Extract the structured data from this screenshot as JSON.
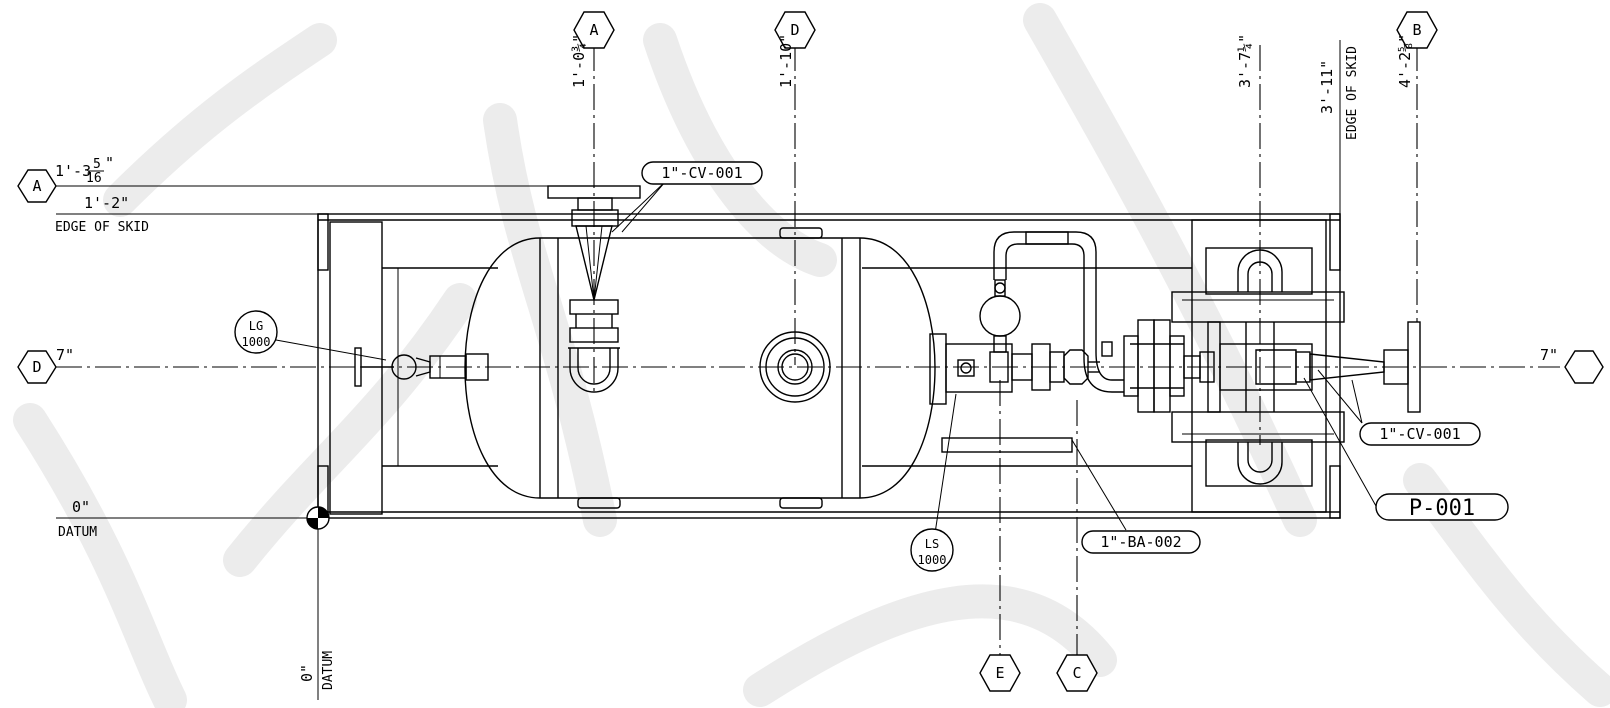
{
  "colors": {
    "line": "#000000",
    "background": "#ffffff",
    "watermark": "#ececec"
  },
  "gridlines": {
    "A_top": "A",
    "D_top": "D",
    "B_top": "B",
    "A_left": "A",
    "D_left": "D",
    "E_bottom": "E",
    "C_bottom": "C"
  },
  "dimensions": {
    "a_top": "1'-0¾\"",
    "d_top": "1'-10\"",
    "pump_axis": "3'-7¼\"",
    "edge_right_value": "3'-11\"",
    "edge_right_label": "EDGE OF SKID",
    "b_top": "4'-2⅝\"",
    "a_left_prefix": "1'-3",
    "a_left_num": "5",
    "a_left_den": "16",
    "a_left_suffix": "\"",
    "edge_left_value": "1'-2\"",
    "edge_left_label": "EDGE OF SKID",
    "d_left": "7\"",
    "d_right": "7\"",
    "datum_h_value": "0\"",
    "datum_h_label": "DATUM",
    "datum_v_value": "0\"",
    "datum_v_label": "DATUM"
  },
  "tags": {
    "cv_top": "1\"-CV-001",
    "cv_right": "1\"-CV-001",
    "ba": "1\"-BA-002",
    "pump": "P-001",
    "lg_line1": "LG",
    "lg_line2": "1000",
    "ls_line1": "LS",
    "ls_line2": "1000"
  },
  "icons": [
    "hexagon-grid-marker",
    "datum-symbol",
    "valve-handwheel",
    "pressure-gauge"
  ]
}
